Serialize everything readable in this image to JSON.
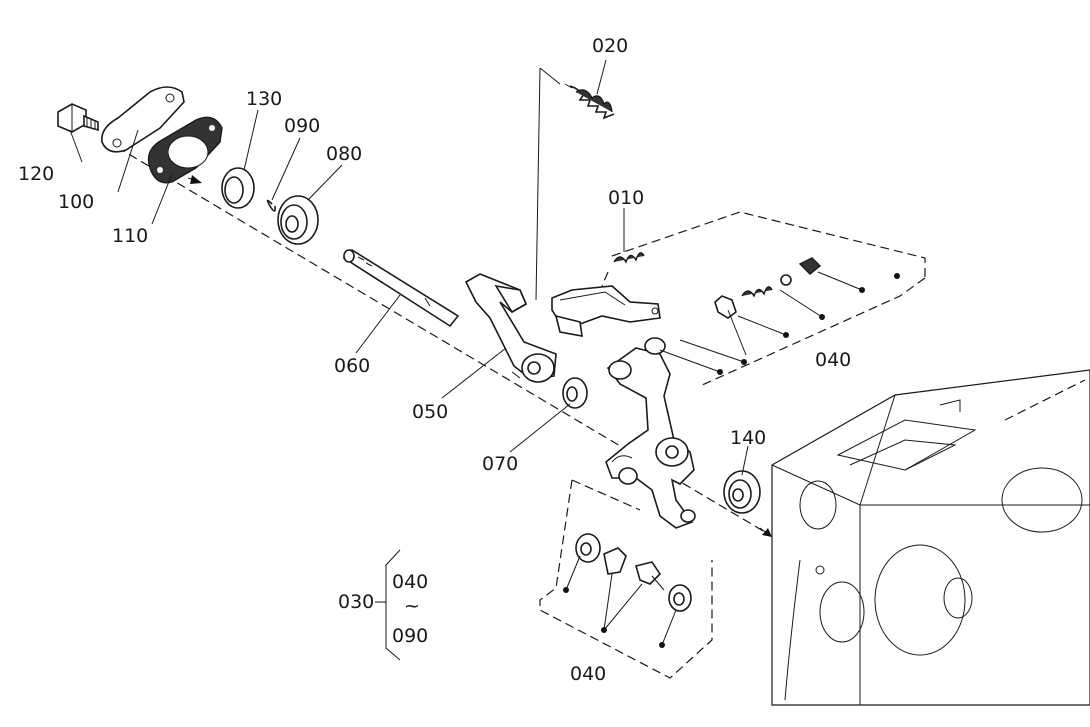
{
  "labels": {
    "p010": "010",
    "p020": "020",
    "p030": "030",
    "p040_right": "040",
    "p040_bottom": "040",
    "p050": "050",
    "p060": "060",
    "p070": "070",
    "p080": "080",
    "p090": "090",
    "p100": "100",
    "p110": "110",
    "p120": "120",
    "p130": "130",
    "p140": "140"
  },
  "assembly_note": {
    "group": "030",
    "range_start": "040",
    "range_sep": "~",
    "range_end": "090"
  }
}
